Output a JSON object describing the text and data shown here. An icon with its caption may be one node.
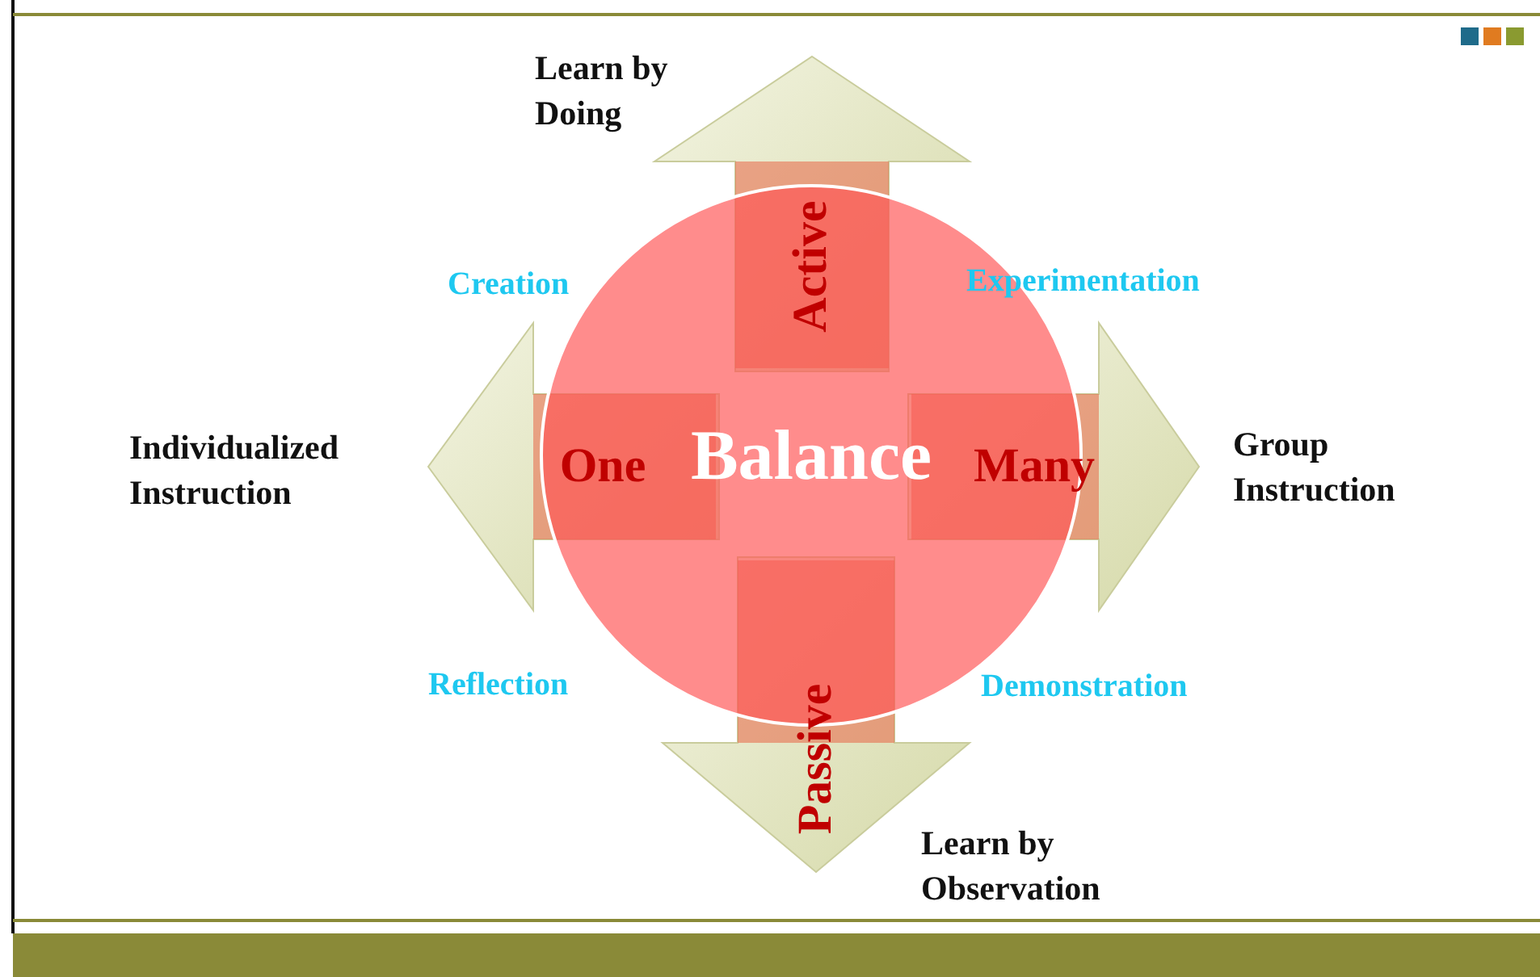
{
  "diagram": {
    "nodes": [
      {
        "text": [
          "Active"
        ]
      },
      {
        "text": [
          "One"
        ]
      },
      {
        "text": [
          "Balance"
        ]
      },
      {
        "text": [
          "Many"
        ]
      },
      {
        "text": [
          "Passive"
        ]
      }
    ],
    "labels": [
      "Learn by Doing",
      "Creation",
      "Experimentation",
      "Individualized Instruction",
      "Group Instruction",
      "Reflection",
      "Demonstration",
      "Learn by Observation"
    ]
  }
}
